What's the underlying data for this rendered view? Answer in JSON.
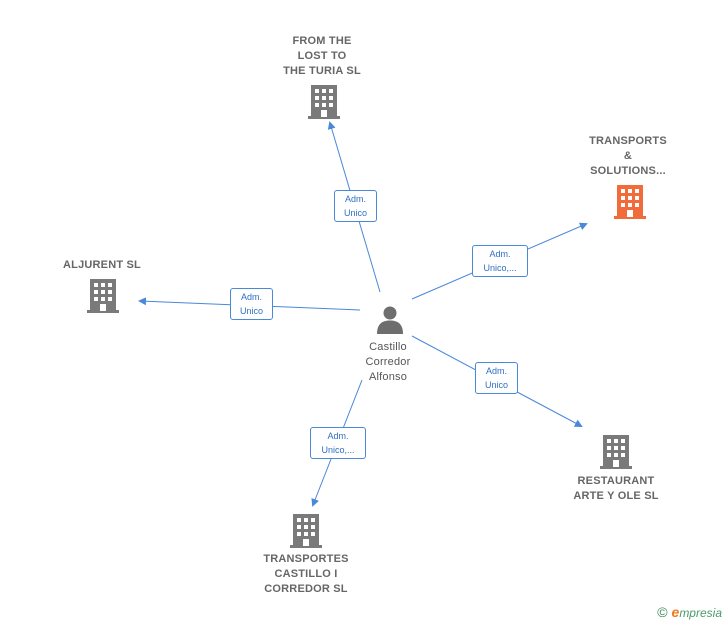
{
  "center": {
    "label": "Castillo\nCorredor\nAlfonso",
    "icon": "person-icon"
  },
  "companies": [
    {
      "id": "from-the-lost",
      "label": "FROM THE\nLOST TO\nTHE TURIA  SL",
      "icon": "building-icon",
      "color": "#7a7a7a"
    },
    {
      "id": "transports-solutions",
      "label": "TRANSPORTS\n&\nSOLUTIONS...",
      "icon": "building-icon",
      "color": "#f26b3a"
    },
    {
      "id": "aljurent",
      "label": "ALJURENT  SL",
      "icon": "building-icon",
      "color": "#7a7a7a"
    },
    {
      "id": "restaurant-arte",
      "label": "RESTAURANT\nARTE Y OLE SL",
      "icon": "building-icon",
      "color": "#7a7a7a"
    },
    {
      "id": "transportes-castillo",
      "label": "TRANSPORTES\nCASTILLO I\nCORREDOR SL",
      "icon": "building-icon",
      "color": "#7a7a7a"
    }
  ],
  "edges": [
    {
      "to": "from-the-lost",
      "label": "Adm.\nUnico"
    },
    {
      "to": "transports-solutions",
      "label": "Adm.\nUnico,..."
    },
    {
      "to": "aljurent",
      "label": "Adm.\nUnico"
    },
    {
      "to": "restaurant-arte",
      "label": "Adm.\nUnico"
    },
    {
      "to": "transportes-castillo",
      "label": "Adm.\nUnico,..."
    }
  ],
  "colors": {
    "edge": "#4a88d8",
    "person": "#6e6e6e"
  },
  "footer": {
    "copyright": "©",
    "brand_initial": "e",
    "brand_rest": "mpresia"
  }
}
